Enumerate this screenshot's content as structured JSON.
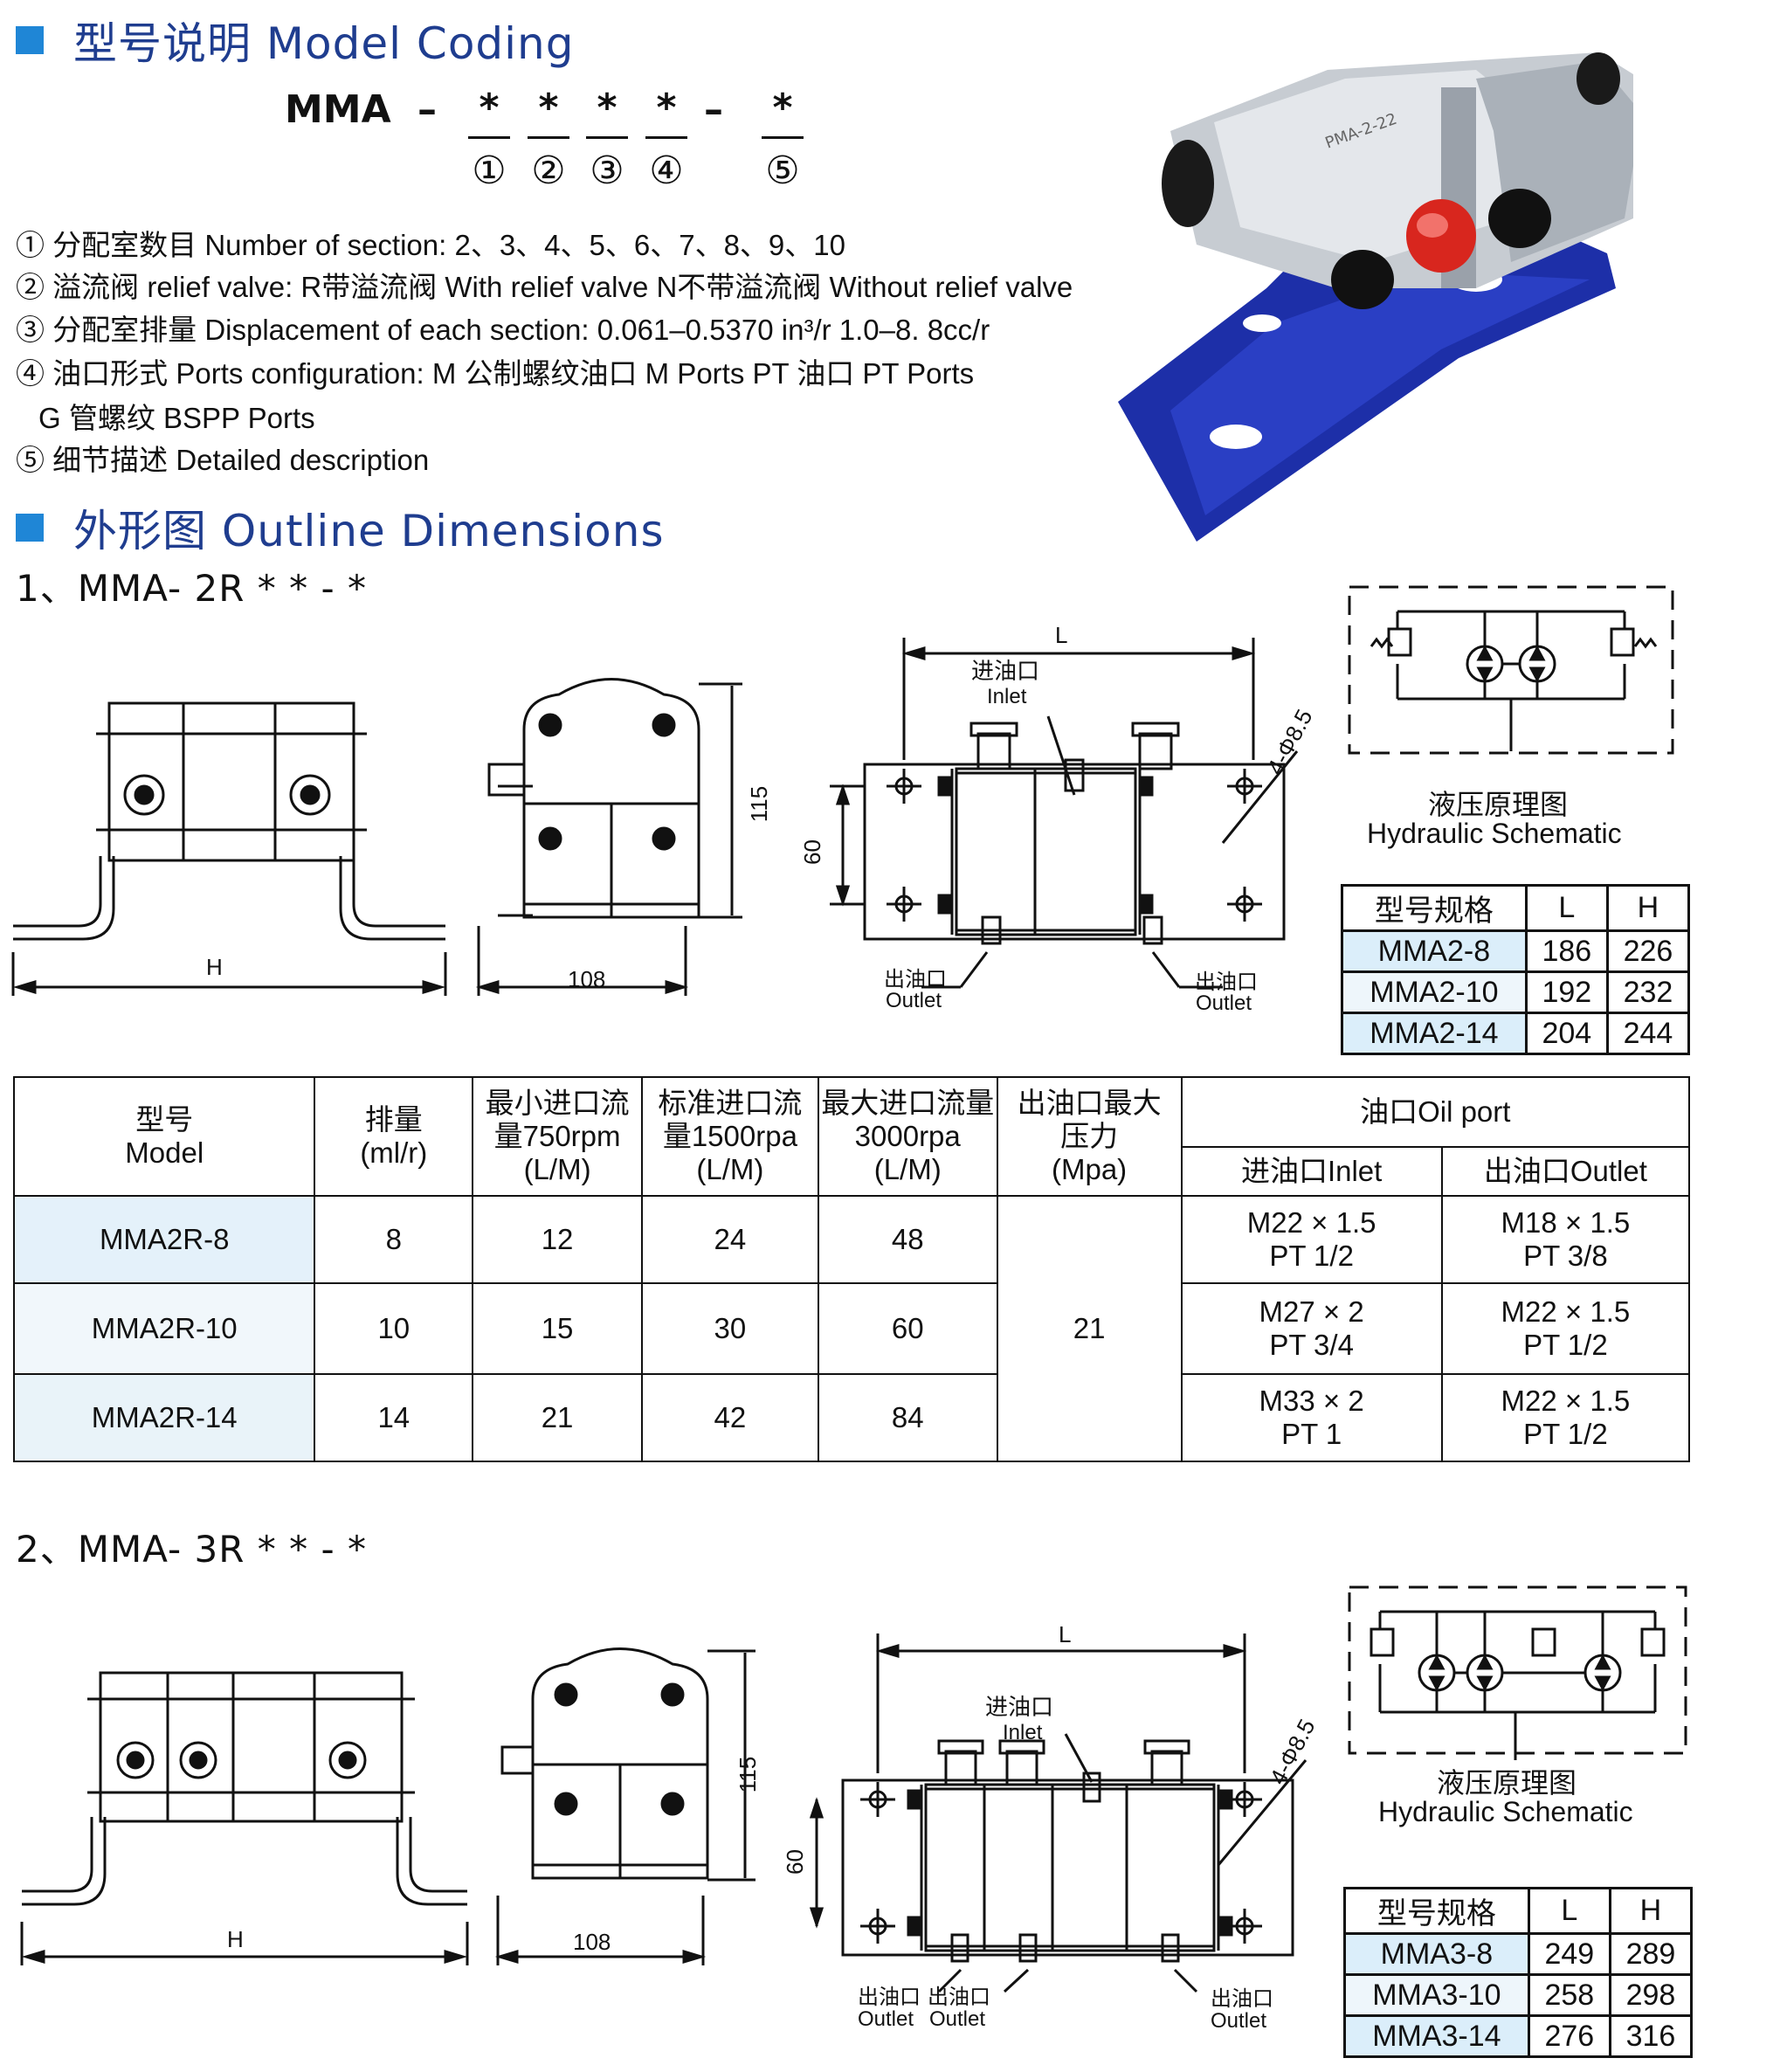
{
  "model_coding": {
    "title": "型号说明 Model Coding",
    "prefix": "MMA",
    "dash": "–",
    "star": "*",
    "positions": [
      "①",
      "②",
      "③",
      "④",
      "⑤"
    ],
    "items": [
      "① 分配室数目 Number of section: 2、3、4、5、6、7、8、9、10",
      "② 溢流阀 relief valve: R带溢流阀 With relief valve    N不带溢流阀 Without relief valve",
      "③ 分配室排量 Displacement of each section: 0.061–0.5370 in³/r     1.0–8. 8cc/r",
      "④ 油口形式 Ports configuration: M 公制螺纹油口 M  Ports    PT 油口 PT Ports",
      "G 管螺纹 BSPP Ports",
      "⑤ 细节描述 Detailed description"
    ]
  },
  "outline": {
    "title": "外形图 Outline Dimensions",
    "model1": {
      "heading": "1、MMA- 2R * * - *",
      "dim_H": "H",
      "dim_108": "108",
      "dim_115": "115",
      "dim_60": "60",
      "dim_L": "L",
      "hole": "4-Φ8.5",
      "inlet_cn": "进油口",
      "inlet_en": "Inlet",
      "outlet_cn": "出油口",
      "outlet_en": "Outlet",
      "schematic_cn": "液压原理图",
      "schematic_en": "Hydraulic Schematic",
      "spec": {
        "headers": [
          "型号规格",
          "L",
          "H"
        ],
        "rows": [
          [
            "MMA2-8",
            "186",
            "226"
          ],
          [
            "MMA2-10",
            "192",
            "232"
          ],
          [
            "MMA2-14",
            "204",
            "244"
          ]
        ]
      }
    },
    "model2": {
      "heading": "2、MMA- 3R * * - *",
      "dim_H": "H",
      "dim_108": "108",
      "dim_115": "115",
      "dim_60": "60",
      "dim_L": "L",
      "hole": "4-Φ8.5",
      "inlet_cn": "进油口",
      "inlet_en": "Inlet",
      "outlet_cn": "出油口",
      "outlet_en": "Outlet",
      "schematic_cn": "液压原理图",
      "schematic_en": "Hydraulic Schematic",
      "spec": {
        "headers": [
          "型号规格",
          "L",
          "H"
        ],
        "rows": [
          [
            "MMA3-8",
            "249",
            "289"
          ],
          [
            "MMA3-10",
            "258",
            "298"
          ],
          [
            "MMA3-14",
            "276",
            "316"
          ]
        ]
      }
    }
  },
  "main_table": {
    "headers": {
      "model": [
        "型号",
        "Model"
      ],
      "disp": [
        "排量",
        "(ml/r)"
      ],
      "min": [
        "最小进口流",
        "量750rpm",
        "(L/M)"
      ],
      "std": [
        "标准进口流",
        "量1500rpa",
        "(L/M)"
      ],
      "max": [
        "最大进口流量",
        "3000rpa",
        "(L/M)"
      ],
      "press": [
        "出油口最大",
        "压力",
        "(Mpa)"
      ],
      "oil": "油口Oil port",
      "inlet": "进油口Inlet",
      "outlet": "出油口Outlet"
    },
    "pressure": "21",
    "rows": [
      {
        "model": "MMA2R-8",
        "disp": "8",
        "min": "12",
        "std": "24",
        "max": "48",
        "inlet": [
          "M22 × 1.5",
          "PT 1/2"
        ],
        "outlet": [
          "M18 × 1.5",
          "PT 3/8"
        ]
      },
      {
        "model": "MMA2R-10",
        "disp": "10",
        "min": "15",
        "std": "30",
        "max": "60",
        "inlet": [
          "M27 × 2",
          "PT 3/4"
        ],
        "outlet": [
          "M22 × 1.5",
          "PT 1/2"
        ]
      },
      {
        "model": "MMA2R-14",
        "disp": "14",
        "min": "21",
        "std": "42",
        "max": "84",
        "inlet": [
          "M33 × 2",
          "PT 1"
        ],
        "outlet": [
          "M22 × 1.5",
          "PT 1/2"
        ]
      }
    ]
  },
  "colors": {
    "accent": "#1f86d6",
    "title": "#1f3d8f",
    "bracket": "#1d2fa8",
    "body": "#c7ccd2",
    "cap": "#d8261e"
  }
}
